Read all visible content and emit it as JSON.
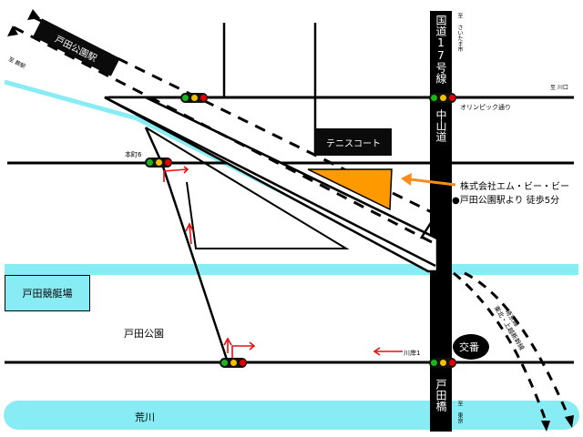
{
  "labels": {
    "station": "戸田公園駅",
    "route17": "国道17号線",
    "nakasendo": "中山道",
    "todabashi": "戸田橋",
    "tennis": "テニスコート",
    "company": "株式会社エム・ビー・ビー",
    "walk": "●戸田公園駅より 徒歩5分",
    "olympic": "オリンピック通り",
    "honcho": "本町6",
    "kawagishi": "川岸1",
    "kyotei": "戸田競艇場",
    "park": "戸田公園",
    "arakawa": "荒川",
    "koban": "交番",
    "kawaguchi": "至 川口",
    "saitama": "至 さいたま市",
    "tokyo": "至 東京",
    "warabi": "至 蕨駅",
    "jr_line": "埼京線",
    "shinkansen": "東北・上越新幹線"
  },
  "colors": {
    "river": "#88ecf4",
    "building": "#ff9900",
    "arrow_orange": "#ff8c1a",
    "arrow_red": "#e81010",
    "road": "#000000",
    "signal_red": "#e00000",
    "signal_yellow": "#f0c000",
    "signal_green": "#1fb41f"
  }
}
